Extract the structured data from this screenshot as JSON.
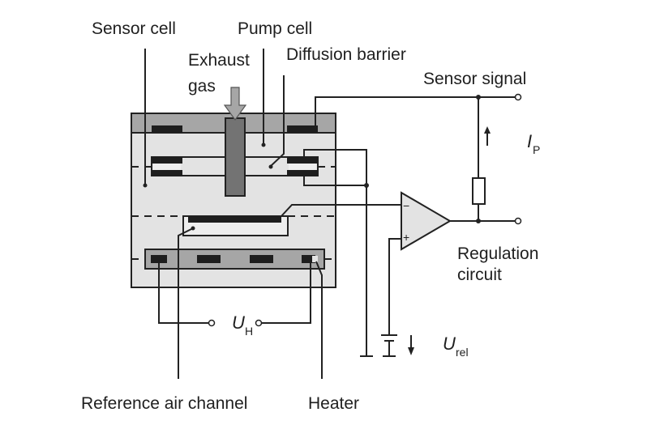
{
  "diagram": {
    "title": "Lambda sensor (broadband) schematic",
    "labels": {
      "sensor_cell": "Sensor cell",
      "pump_cell": "Pump cell",
      "exhaust_gas_line1": "Exhaust",
      "exhaust_gas_line2": "gas",
      "diffusion_barrier": "Diffusion barrier",
      "sensor_signal": "Sensor signal",
      "regulation_line1": "Regulation",
      "regulation_line2": "circuit",
      "reference_air_channel": "Reference air channel",
      "heater": "Heater"
    },
    "symbols": {
      "pump_current": "I",
      "pump_current_sub": "P",
      "heater_voltage": "U",
      "heater_voltage_sub": "H",
      "reference_voltage": "U",
      "reference_voltage_sub": "rel",
      "opamp_minus": "−",
      "opamp_plus": "+"
    },
    "colors": {
      "body": "#e3e3e3",
      "top_layer": "#a6a6a6",
      "electrode": "#1e1e1e",
      "gas_inlet": "#737373",
      "opamp_fill": "#e3e3e3",
      "line": "#222222"
    }
  }
}
